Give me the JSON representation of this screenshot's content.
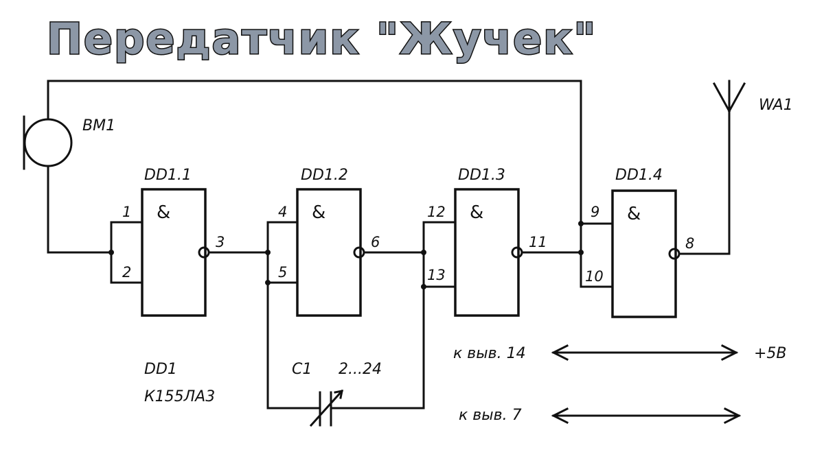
{
  "title": "Передатчик \"Жучек\"",
  "microphone": {
    "ref": "BM1"
  },
  "antenna": {
    "ref": "WA1"
  },
  "gates": [
    {
      "ref": "DD1.1",
      "symbol": "&",
      "in_a": "1",
      "in_b": "2",
      "out": "3"
    },
    {
      "ref": "DD1.2",
      "symbol": "&",
      "in_a": "4",
      "in_b": "5",
      "out": "6"
    },
    {
      "ref": "DD1.3",
      "symbol": "&",
      "in_a": "12",
      "in_b": "13",
      "out": "11"
    },
    {
      "ref": "DD1.4",
      "symbol": "&",
      "in_a": "9",
      "in_b": "10",
      "out": "8"
    }
  ],
  "chip": {
    "ref": "DD1",
    "part": "К155ЛА3"
  },
  "capacitor": {
    "ref": "C1",
    "value": "2...24"
  },
  "power": [
    {
      "label": "к выв. 14",
      "target": "+5В"
    },
    {
      "label": "к выв. 7",
      "target": ""
    }
  ],
  "colors": {
    "ink": "#111111",
    "title_fill": "#8c97a6"
  }
}
